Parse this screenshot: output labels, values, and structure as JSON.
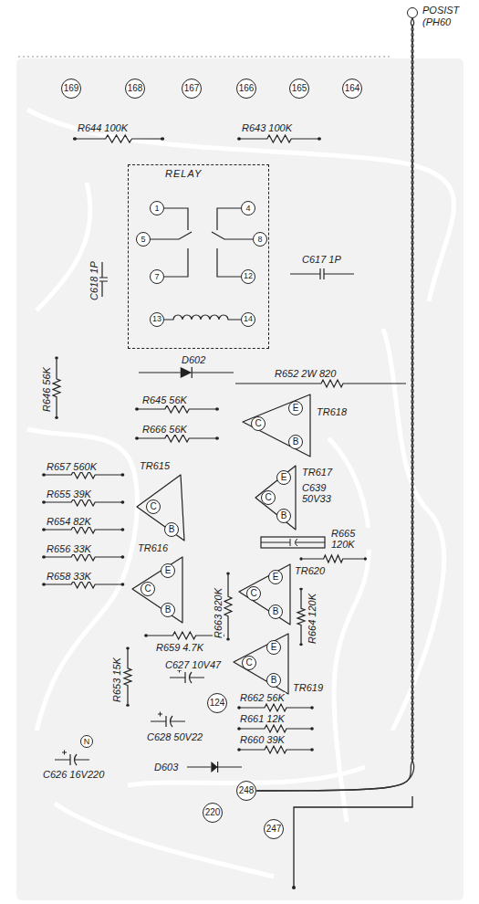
{
  "diagram": {
    "nodes": [
      {
        "text": [
          "POSIST (PH60"
        ]
      },
      {
        "text": [
          "169"
        ]
      },
      {
        "text": [
          "168"
        ]
      },
      {
        "text": [
          "167"
        ]
      },
      {
        "text": [
          "166"
        ]
      },
      {
        "text": [
          "165"
        ]
      },
      {
        "text": [
          "164"
        ]
      },
      {
        "text": [
          "RELAY"
        ]
      },
      {
        "text": [
          "1"
        ],
        "in": 7
      },
      {
        "text": [
          "4"
        ],
        "in": 7
      },
      {
        "text": [
          "5"
        ],
        "in": 7
      },
      {
        "text": [
          "8"
        ],
        "in": 7
      },
      {
        "text": [
          "7"
        ],
        "in": 7
      },
      {
        "text": [
          "12"
        ],
        "in": 7
      },
      {
        "text": [
          "13"
        ],
        "in": 7
      },
      {
        "text": [
          "14"
        ],
        "in": 7
      },
      {
        "text": [
          "TR618"
        ]
      },
      {
        "text": [
          "C"
        ],
        "in": 16
      },
      {
        "text": [
          "E"
        ],
        "in": 16
      },
      {
        "text": [
          "B"
        ],
        "in": 16
      },
      {
        "text": [
          "TR615"
        ]
      },
      {
        "text": [
          "C"
        ],
        "in": 20
      },
      {
        "text": [
          "B"
        ],
        "in": 20
      },
      {
        "text": [
          "TR617"
        ]
      },
      {
        "text": [
          "E"
        ],
        "in": 23
      },
      {
        "text": [
          "C"
        ],
        "in": 23
      },
      {
        "text": [
          "B"
        ],
        "in": 23
      },
      {
        "text": [
          "TR620"
        ]
      },
      {
        "text": [
          "E"
        ],
        "in": 27
      },
      {
        "text": [
          "C"
        ],
        "in": 27
      },
      {
        "text": [
          "B"
        ],
        "in": 27
      },
      {
        "text": [
          "TR616"
        ]
      },
      {
        "text": [
          "E"
        ],
        "in": 31
      },
      {
        "text": [
          "C"
        ],
        "in": 31
      },
      {
        "text": [
          "B"
        ],
        "in": 31
      },
      {
        "text": [
          "TR619"
        ]
      },
      {
        "text": [
          "E"
        ],
        "in": 35
      },
      {
        "text": [
          "C"
        ],
        "in": 35
      },
      {
        "text": [
          "B"
        ],
        "in": 35
      },
      {
        "text": [
          "124"
        ]
      },
      {
        "text": [
          "N"
        ]
      },
      {
        "text": [
          "248"
        ]
      },
      {
        "text": [
          "220"
        ]
      },
      {
        "text": [
          "247"
        ]
      }
    ],
    "edges": [
      {
        "from": 0,
        "to": 41,
        "arrow": "none"
      }
    ],
    "labels": [
      "R644 100K",
      "R643 100K",
      "C617 1P",
      "C618 1P",
      "D602",
      "R652 2W 820",
      "R645 56K",
      "R646 56K",
      "R666 56K",
      "R657 560K",
      "R655 39K",
      "C639 50V33",
      "R654 82K",
      "R665 120K",
      "R656 33K",
      "R658 33K",
      "R663 820K",
      "R664 120K",
      "R659 4.7K",
      "C627 10V47",
      "R653 15K",
      "R662 56K",
      "R661 12K",
      "R660 39K",
      "C628 50V22",
      "D603",
      "C626 16V220"
    ]
  }
}
